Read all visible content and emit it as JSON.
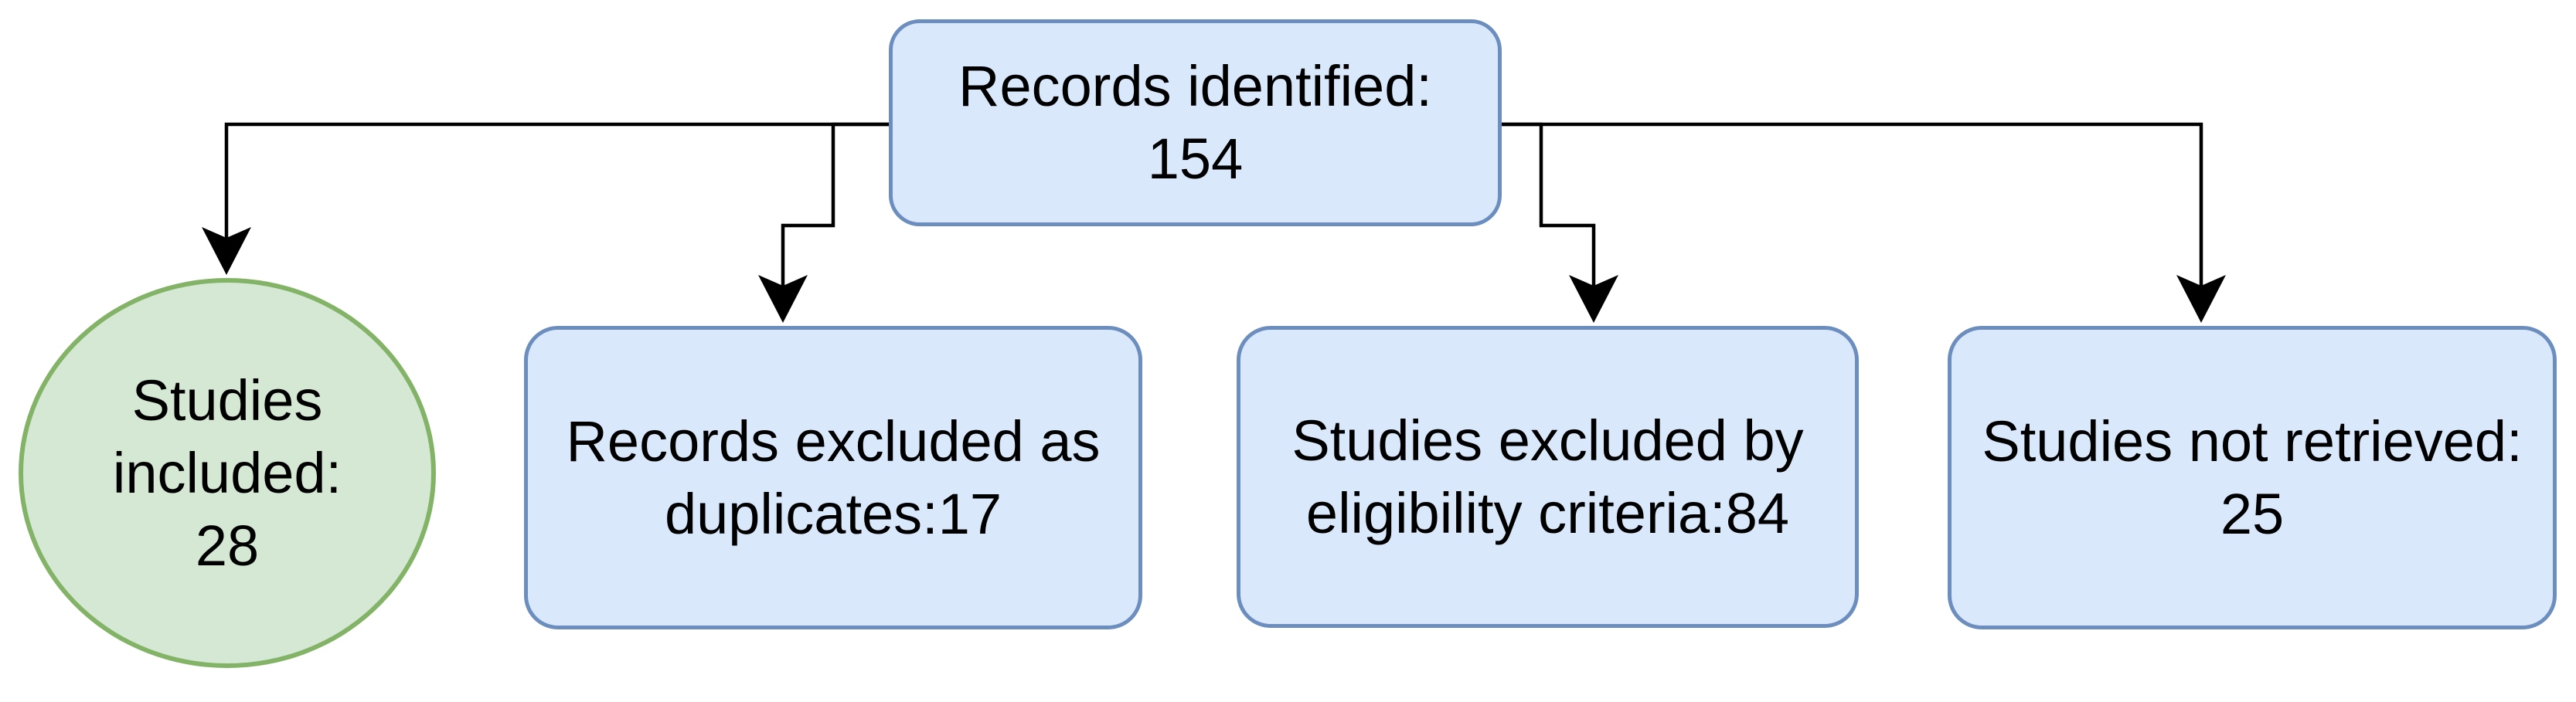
{
  "diagram": {
    "type": "flowchart",
    "background": "#ffffff",
    "connector_color": "#000000",
    "palette": {
      "blue_fill": "#dae8fc",
      "blue_stroke": "#6c8ebf",
      "green_fill": "#d5e8d4",
      "green_stroke": "#82b366"
    },
    "nodes": {
      "records_identified": {
        "id": "records-identified",
        "shape": "rounded-rectangle",
        "lines": [
          "Records identified:",
          "154"
        ],
        "value": 154,
        "fill": "#dae8fc",
        "stroke": "#6c8ebf"
      },
      "studies_included": {
        "id": "studies-included",
        "shape": "ellipse",
        "lines": [
          "Studies",
          "included:",
          "28"
        ],
        "value": 28,
        "fill": "#d5e8d4",
        "stroke": "#82b366"
      },
      "records_excluded_duplicates": {
        "id": "records-excluded-duplicates",
        "shape": "rounded-rectangle",
        "lines": [
          "Records excluded as",
          "duplicates:17"
        ],
        "value": 17,
        "fill": "#dae8fc",
        "stroke": "#6c8ebf"
      },
      "studies_excluded_eligibility": {
        "id": "studies-excluded-eligibility",
        "shape": "rounded-rectangle",
        "lines": [
          "Studies excluded by",
          "eligibility criteria:84"
        ],
        "value": 84,
        "fill": "#dae8fc",
        "stroke": "#6c8ebf"
      },
      "studies_not_retrieved": {
        "id": "studies-not-retrieved",
        "shape": "rounded-rectangle",
        "lines": [
          "Studies not retrieved:",
          "25"
        ],
        "value": 25,
        "fill": "#dae8fc",
        "stroke": "#6c8ebf"
      }
    },
    "edges": [
      {
        "from": "records-identified",
        "to": "studies-included"
      },
      {
        "from": "records-identified",
        "to": "records-excluded-duplicates"
      },
      {
        "from": "records-identified",
        "to": "studies-excluded-eligibility"
      },
      {
        "from": "records-identified",
        "to": "studies-not-retrieved"
      }
    ]
  }
}
